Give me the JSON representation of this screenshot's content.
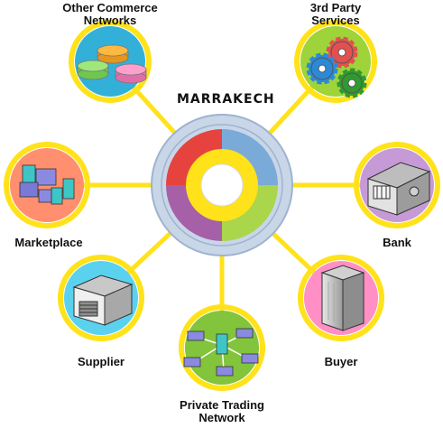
{
  "title": "MARRAKECH",
  "colors": {
    "spoke": "#ffe21a",
    "hub_red": "#e6433f",
    "hub_blue": "#7aaad8",
    "hub_green": "#a9d64a",
    "hub_purple": "#a560a8",
    "hub_outer": "#c8d6e8",
    "node_teal": "#33b0d8",
    "node_green": "#9ed33a",
    "node_orange": "#ff8f6e",
    "node_lilac": "#c69ad6",
    "node_cyan": "#5bd1f0",
    "node_lime": "#82c43c",
    "node_pink": "#ff8fc4"
  },
  "nodes": [
    {
      "id": "other-commerce-networks",
      "label_lines": [
        "Other Commerce",
        "Networks"
      ],
      "icon": "database-disks-icon"
    },
    {
      "id": "third-party-services",
      "label_lines": [
        "3rd Party",
        "Services"
      ],
      "icon": "gears-icon"
    },
    {
      "id": "marketplace",
      "label_lines": [
        "Marketplace"
      ],
      "icon": "buildings-cluster-icon"
    },
    {
      "id": "bank",
      "label_lines": [
        "Bank"
      ],
      "icon": "bank-safe-icon"
    },
    {
      "id": "supplier",
      "label_lines": [
        "Supplier"
      ],
      "icon": "warehouse-icon"
    },
    {
      "id": "buyer",
      "label_lines": [
        "Buyer"
      ],
      "icon": "office-tower-icon"
    },
    {
      "id": "private-trading-network",
      "label_lines": [
        "Private Trading",
        "Network"
      ],
      "icon": "network-hub-icon"
    }
  ]
}
